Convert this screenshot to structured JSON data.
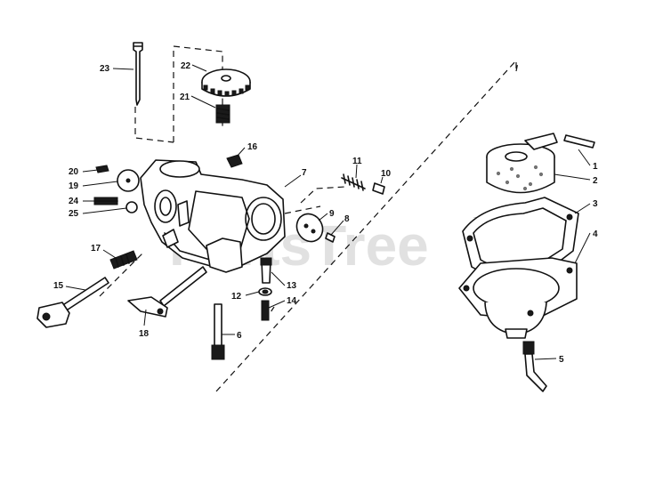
{
  "watermark": {
    "text": "PartsTree",
    "trademark": "TM"
  },
  "callouts": [
    {
      "id": "c23",
      "label": "23"
    },
    {
      "id": "c22",
      "label": "22"
    },
    {
      "id": "c21",
      "label": "21"
    },
    {
      "id": "c16",
      "label": "16"
    },
    {
      "id": "c20",
      "label": "20"
    },
    {
      "id": "c19",
      "label": "19"
    },
    {
      "id": "c24",
      "label": "24"
    },
    {
      "id": "c25",
      "label": "25"
    },
    {
      "id": "c7",
      "label": "7"
    },
    {
      "id": "c11",
      "label": "11"
    },
    {
      "id": "c10",
      "label": "10"
    },
    {
      "id": "c9",
      "label": "9"
    },
    {
      "id": "c8",
      "label": "8"
    },
    {
      "id": "c17",
      "label": "17"
    },
    {
      "id": "c15",
      "label": "15"
    },
    {
      "id": "c18",
      "label": "18"
    },
    {
      "id": "c13",
      "label": "13"
    },
    {
      "id": "c12",
      "label": "12"
    },
    {
      "id": "c14",
      "label": "14"
    },
    {
      "id": "c6",
      "label": "6"
    },
    {
      "id": "c1",
      "label": "1"
    },
    {
      "id": "c2",
      "label": "2"
    },
    {
      "id": "c3",
      "label": "3"
    },
    {
      "id": "c4",
      "label": "4"
    },
    {
      "id": "c5",
      "label": "5"
    }
  ]
}
